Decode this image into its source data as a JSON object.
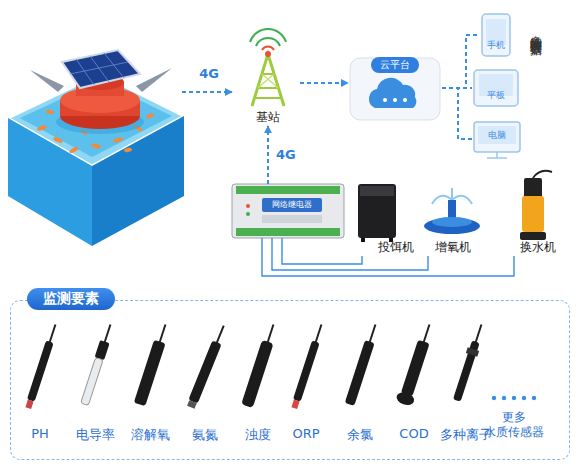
{
  "diagram": {
    "nodes": [
      {
        "text": [
          "基站"
        ]
      },
      {
        "text": [
          "云平台"
        ]
      },
      {
        "text": [
          "手机"
        ]
      },
      {
        "text": [
          "平板"
        ]
      },
      {
        "text": [
          "电脑"
        ]
      },
      {
        "text": [
          "网络继电器"
        ]
      },
      {
        "text": [
          "投饵机"
        ]
      },
      {
        "text": [
          "增氧机"
        ]
      },
      {
        "text": [
          "换水机"
        ]
      },
      {
        "text": [
          "监测要素"
        ]
      }
    ],
    "edges": [
      {
        "from": 5,
        "to": 0,
        "arrow": "to",
        "label": "4G"
      },
      {
        "from": 0,
        "to": 1,
        "arrow": "to"
      },
      {
        "from": 1,
        "to": 2,
        "arrow": "none"
      },
      {
        "from": 1,
        "to": 3,
        "arrow": "none"
      },
      {
        "from": 1,
        "to": 4,
        "arrow": "none"
      },
      {
        "from": 5,
        "to": 6,
        "arrow": "none"
      },
      {
        "from": 5,
        "to": 7,
        "arrow": "none"
      },
      {
        "from": 5,
        "to": 8,
        "arrow": "none"
      }
    ],
    "labels": [
      "4G",
      "多终端控制查看数据",
      "PH",
      "电导率",
      "溶解氧",
      "氨氮",
      "浊度",
      "ORP",
      "余氯",
      "COD",
      "多种离子",
      "更多 水质传感器"
    ]
  }
}
